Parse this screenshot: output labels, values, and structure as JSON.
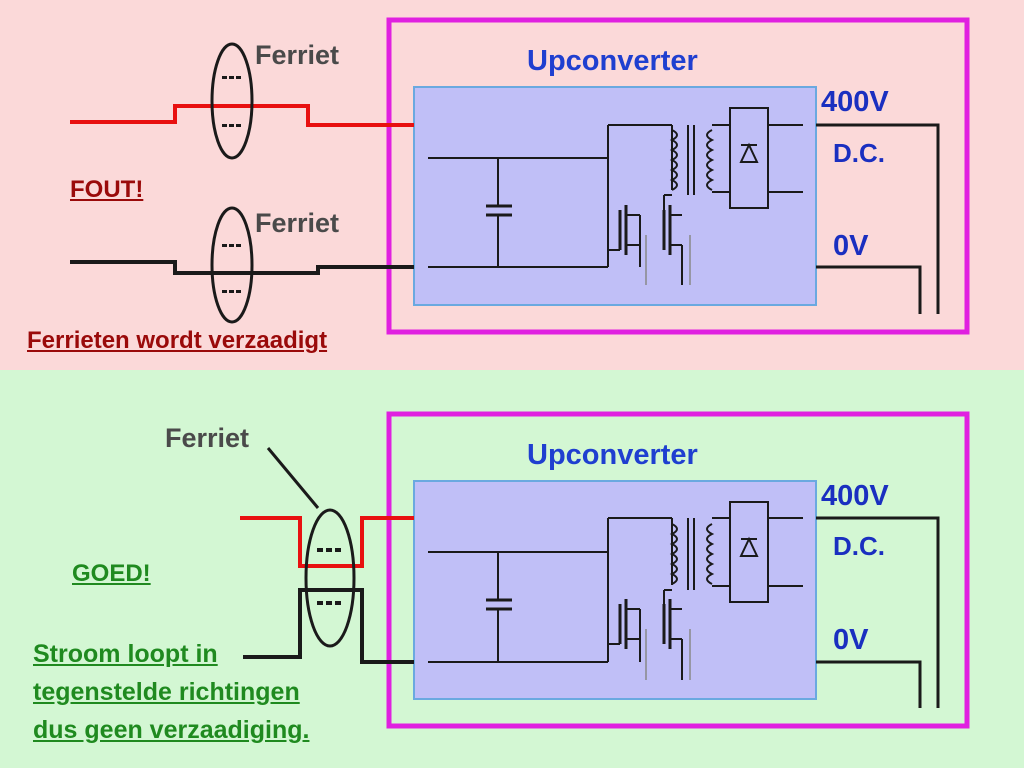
{
  "top": {
    "ferriet_1": "Ferriet",
    "ferriet_2": "Ferriet",
    "title": "Upconverter",
    "voltage_high": "400V",
    "dc": "D.C.",
    "voltage_low": "0V",
    "verdict": "FOUT!",
    "note": "Ferrieten wordt verzaadigt"
  },
  "bottom": {
    "ferriet": "Ferriet",
    "title": "Upconverter",
    "voltage_high": "400V",
    "dc": "D.C.",
    "voltage_low": "0V",
    "verdict": "GOED!",
    "note_lines": [
      "Stroom loopt in",
      "tegenstelde richtingen",
      "dus geen verzaadiging."
    ]
  },
  "colors": {
    "top_background": "#fbd9d9",
    "bottom_background": "#d3f7d3",
    "enclosure_border": "#e020e0",
    "converter_fill": "#c0bff7",
    "positive_wire": "#e81010",
    "negative_wire": "#1a1a1a"
  }
}
